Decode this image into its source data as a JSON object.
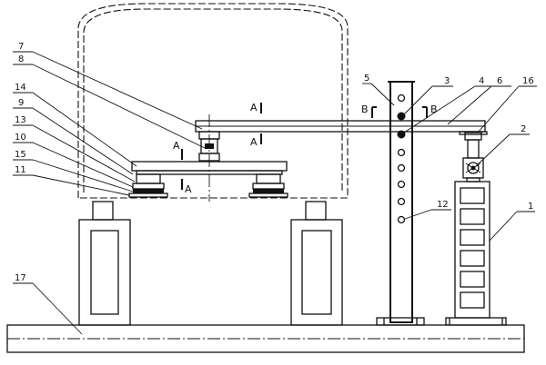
{
  "labels": {
    "n1": "1",
    "n2": "2",
    "n3": "3",
    "n4": "4",
    "n5": "5",
    "n6": "6",
    "n7": "7",
    "n8": "8",
    "n9": "9",
    "n10": "10",
    "n11": "11",
    "n12": "12",
    "n13": "13",
    "n14": "14",
    "n15": "15",
    "n16": "16",
    "n17": "17"
  },
  "sections": {
    "a": "A",
    "b": "B"
  }
}
